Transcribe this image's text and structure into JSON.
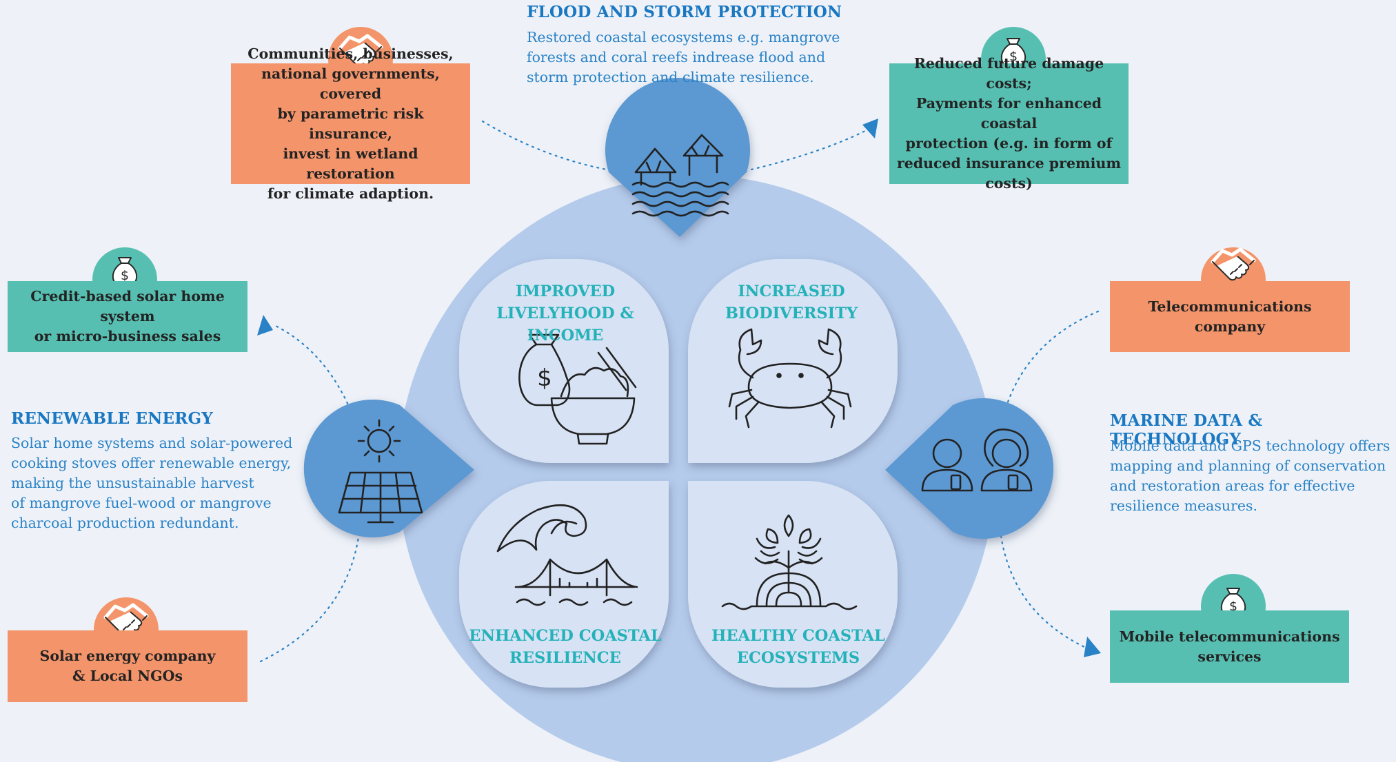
{
  "colors": {
    "background": "#eef2f8",
    "big_circle": "#b5cbeb",
    "petal": "#d7e2f4",
    "marker": "#5c98d2",
    "orange_box": "#f4946a",
    "teal_box": "#57bfb1",
    "heading_blue": "#1a78c2",
    "body_blue": "#2a82c6",
    "petal_label_teal": "#24b2b9"
  },
  "sections": {
    "flood": {
      "title": "FLOOD AND STORM PROTECTION",
      "text": "Restored coastal ecosystems e.g. mangrove\nforests and coral reefs indrease flood and\nstorm protection and climate resilience.",
      "icon": "flooded-houses-icon"
    },
    "renewable": {
      "title": "RENEWABLE ENERGY",
      "text": "Solar home systems and solar-powered\ncooking stoves offer renewable energy,\nmaking the unsustainable harvest\nof mangrove fuel-wood or mangrove\ncharcoal production redundant.",
      "icon": "solar-panel-icon"
    },
    "marine": {
      "title": "MARINE DATA & TECHNOLOGY",
      "text": "Mobile data and GPS technology offers\nmapping and planning of conservation\nand restoration areas for effective\nresilience measures.",
      "icon": "people-with-phones-icon"
    }
  },
  "boxes": {
    "communities": {
      "label": "Communities, businesses,\nnational governments, covered\nby parametric risk insurance,\ninvest in wetland restoration\nfor climate adaption.",
      "icon": "handshake-icon"
    },
    "reduced_costs": {
      "label": "Reduced future damage costs;\nPayments for enhanced coastal\nprotection (e.g. in form of\nreduced insurance premium\ncosts)",
      "icon": "money-bag-icon"
    },
    "credit_solar": {
      "label": "Credit-based solar home system\nor micro-business sales",
      "icon": "money-bag-icon"
    },
    "solar_company": {
      "label": "Solar energy company\n& Local NGOs",
      "icon": "handshake-icon"
    },
    "telecom": {
      "label": "Telecommunications\ncompany",
      "icon": "handshake-icon"
    },
    "mobile_services": {
      "label": "Mobile telecommunications\nservices",
      "icon": "money-bag-icon"
    }
  },
  "petals": {
    "livelihood": {
      "label": "IMPROVED\nLIVELYHOOD & INCOME",
      "icon": "money-bag-rice-bowl-icon"
    },
    "biodiversity": {
      "label": "INCREASED\nBIODIVERSITY",
      "icon": "crab-icon"
    },
    "resilience": {
      "label": "ENHANCED COASTAL\nRESILIENCE",
      "icon": "wave-bridge-icon"
    },
    "ecosystems": {
      "label": "HEALTHY COASTAL\nECOSYSTEMS",
      "icon": "mangrove-icon"
    }
  }
}
